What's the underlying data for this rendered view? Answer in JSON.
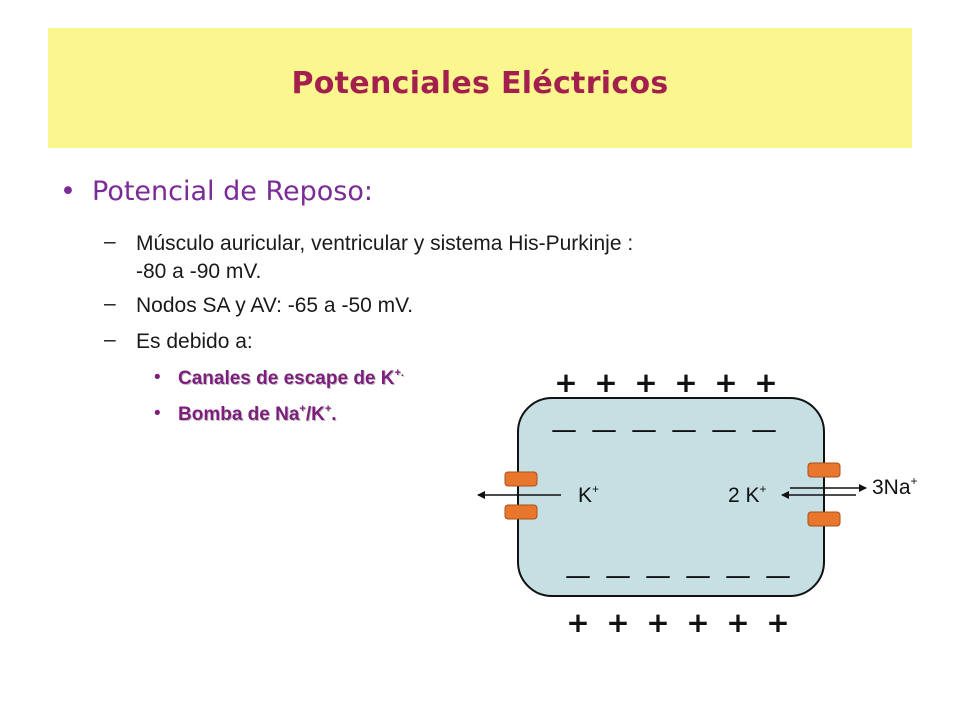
{
  "slide": {
    "title": "Potenciales Eléctricos",
    "heading_bullet": "•",
    "heading": "Potencial de Reposo:",
    "dash": "–",
    "items": [
      {
        "line1": "Músculo auricular,  ventricular y sistema His-Purkinje :",
        "line2": "-80 a -90 mV."
      },
      {
        "line1": "Nodos SA y AV: -65 a -50 mV."
      },
      {
        "line1": "Es debido a:"
      }
    ],
    "sub_bullet": "•",
    "sub_items": [
      {
        "text": "Canales de escape de K",
        "sup": "+."
      },
      {
        "text": "Bomba de Na",
        "sup1": "+",
        "mid": "/K",
        "sup2": "+",
        "tail": "."
      }
    ]
  },
  "diagram": {
    "plus_sign": "+",
    "minus_sign": "—",
    "k_label": "K",
    "k_sup": "+",
    "two_k_label": "2 K",
    "two_k_sup": "+",
    "na_label": "3Na",
    "na_sup": "+",
    "cell_fill": "#c5dfe3",
    "channel_color": "#e8772d"
  },
  "colors": {
    "title_band": "#fcf68f",
    "title_text": "#a3204e",
    "heading_text": "#7a2b96",
    "sub_text": "#7d1e7d"
  }
}
